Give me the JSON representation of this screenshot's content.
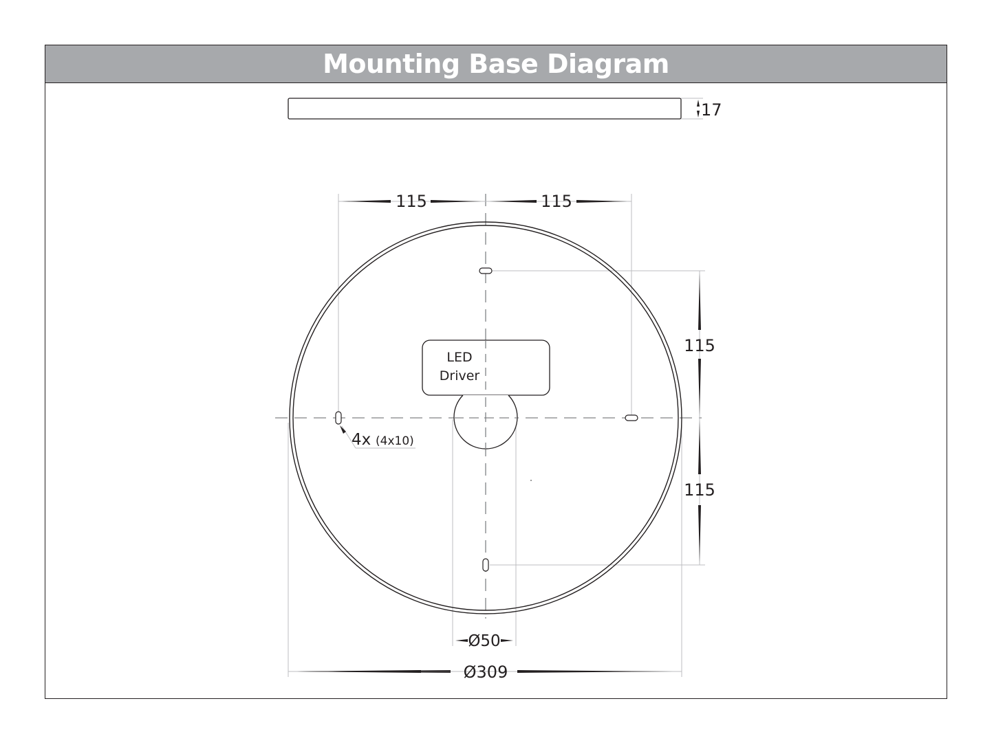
{
  "header": {
    "title": "Mounting Base Diagram",
    "background_color": "#a7a9ac",
    "text_color": "#ffffff"
  },
  "side_view": {
    "thickness_label": "17"
  },
  "top_view": {
    "horizontal_dims": {
      "left_label": "115",
      "right_label": "115"
    },
    "vertical_dims": {
      "upper_label": "115",
      "lower_label": "115"
    },
    "driver_box": {
      "line1": "LED",
      "line2": "Driver"
    },
    "slot_callout": {
      "count_label": "4x",
      "size_label": "(4x10)"
    },
    "center_hole_label": "Ø50",
    "outer_diameter_label": "Ø309"
  },
  "colors": {
    "line": "#231f20",
    "extension_line": "#bcbec0",
    "centerline": "#808285"
  }
}
